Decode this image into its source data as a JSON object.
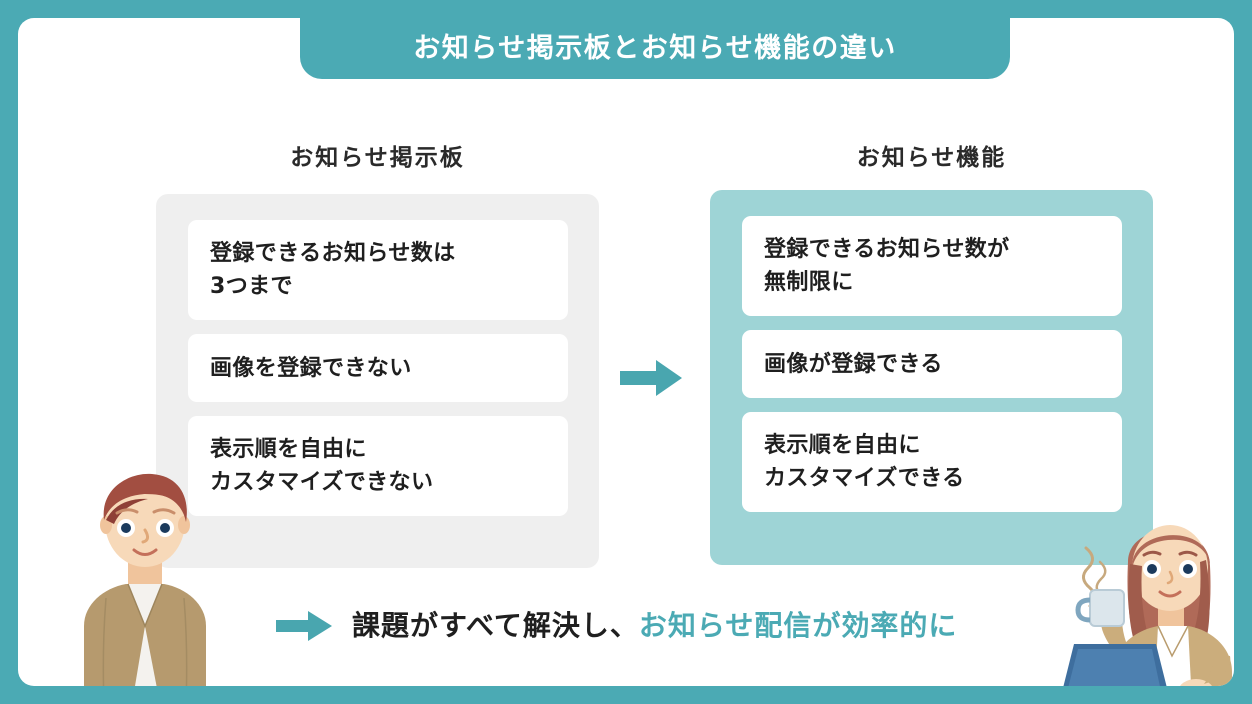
{
  "slide": {
    "title": "お知らせ掲示板とお知らせ機能の違い",
    "frame_color": "#4BAAB4",
    "card_color": "#FFFFFF"
  },
  "columns": {
    "left": {
      "heading": "お知らせ掲示板",
      "panel_color": "#EFEFEF",
      "items": [
        "登録できるお知らせ数は\n3つまで",
        "画像を登録できない",
        "表示順を自由に\nカスタマイズできない"
      ]
    },
    "right": {
      "heading": "お知らせ機能",
      "panel_color": "#9ED4D6",
      "items": [
        "登録できるお知らせ数が\n無制限に",
        "画像が登録できる",
        "表示順を自由に\nカスタマイズできる"
      ]
    }
  },
  "middle_arrow": {
    "icon": "arrow-right-icon",
    "color": "#49A6AF"
  },
  "conclusion": {
    "arrow_icon": "arrow-right-icon",
    "arrow_color": "#49A6AF",
    "text_dark": "課題がすべて解決し、",
    "text_accent": "お知らせ配信が効率的に",
    "accent_color": "#4BAAB4"
  },
  "illustrations": {
    "left": {
      "name": "man-illustration",
      "hair_color": "#A24E41",
      "jacket_color": "#B69A6E",
      "shirt_color": "#F4F2EE",
      "skin_color": "#F7D9B9"
    },
    "right": {
      "name": "woman-with-laptop-illustration",
      "hair_color": "#B06A58",
      "cardigan_color": "#CBAD7C",
      "shirt_color": "#FFFFFF",
      "skin_color": "#F7D9B9",
      "laptop_color": "#3E6E9E",
      "mug_color": "#DCE6EC"
    }
  }
}
